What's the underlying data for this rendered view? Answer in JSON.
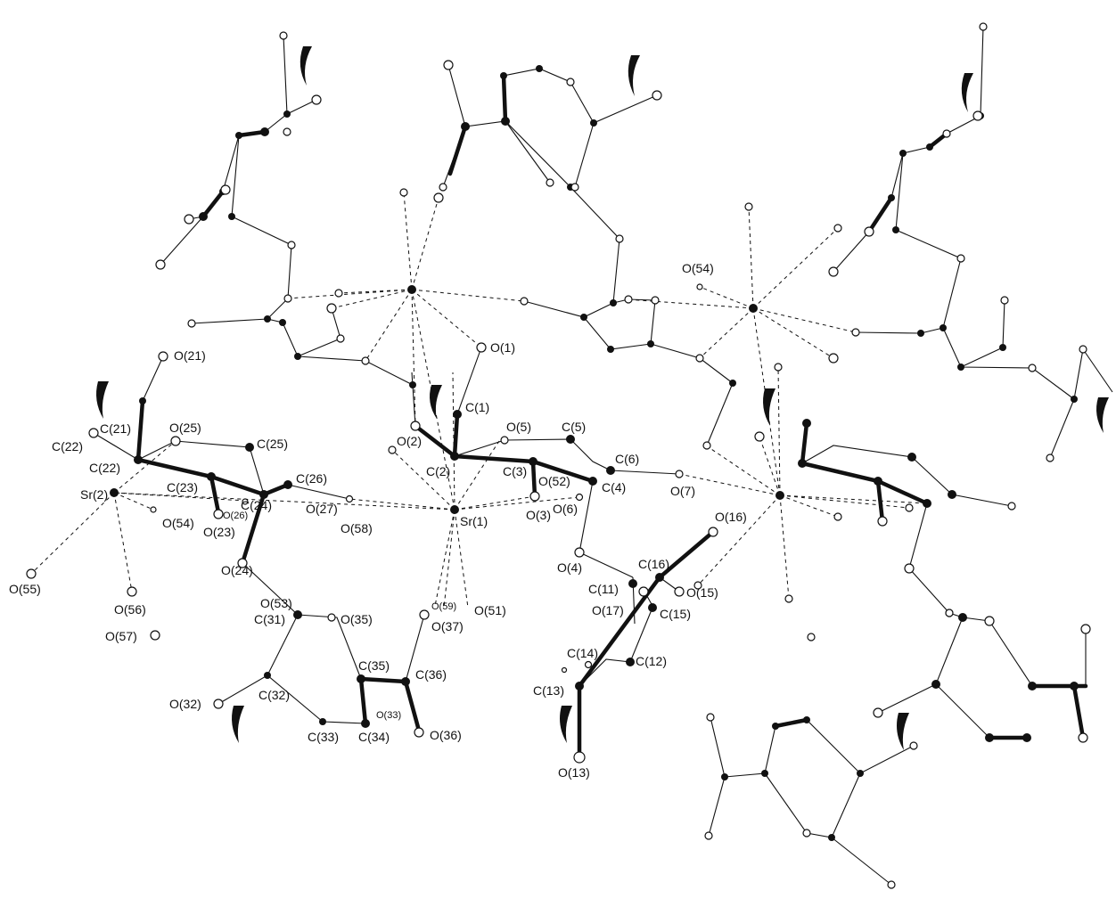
{
  "labels": {
    "o54_top": "O(54)",
    "o1": "O(1)",
    "o21": "O(21)",
    "c1": "C(1)",
    "c21": "C(21)",
    "o25": "O(25)",
    "o5": "O(5)",
    "c5": "C(5)",
    "c22a": "C(22)",
    "c22b": "C(22)",
    "c25": "C(25)",
    "o2": "O(2)",
    "c6": "C(6)",
    "c26": "C(26)",
    "c2": "C(2)",
    "c3": "C(3)",
    "o52": "O(52)",
    "c4": "C(4)",
    "o7": "O(7)",
    "sr2": "Sr(2)",
    "c23": "C(23)",
    "c24": "C(24)",
    "o27": "O(27)",
    "o26": "O(26)",
    "o6": "O(6)",
    "o3": "O(3)",
    "sr1": "Sr(1)",
    "o16": "O(16)",
    "o54": "O(54)",
    "o23": "O(23)",
    "o58": "O(58)",
    "o24": "O(24)",
    "o4": "O(4)",
    "c16": "C(16)",
    "o55": "O(55)",
    "c11": "C(11)",
    "o15": "O(15)",
    "o53": "O(53)",
    "o56": "O(56)",
    "c31": "C(31)",
    "o35": "O(35)",
    "o59": "O(59)",
    "o51": "O(51)",
    "o37": "O(37)",
    "o17": "O(17)",
    "c15": "C(15)",
    "o57": "O(57)",
    "c14": "C(14)",
    "c12": "C(12)",
    "c35": "C(35)",
    "c36": "C(36)",
    "c13": "C(13)",
    "o32": "O(32)",
    "c32": "C(32)",
    "o33": "O(33)",
    "c33": "C(33)",
    "c34": "C(34)",
    "o36": "O(36)",
    "o13": "O(13)"
  }
}
